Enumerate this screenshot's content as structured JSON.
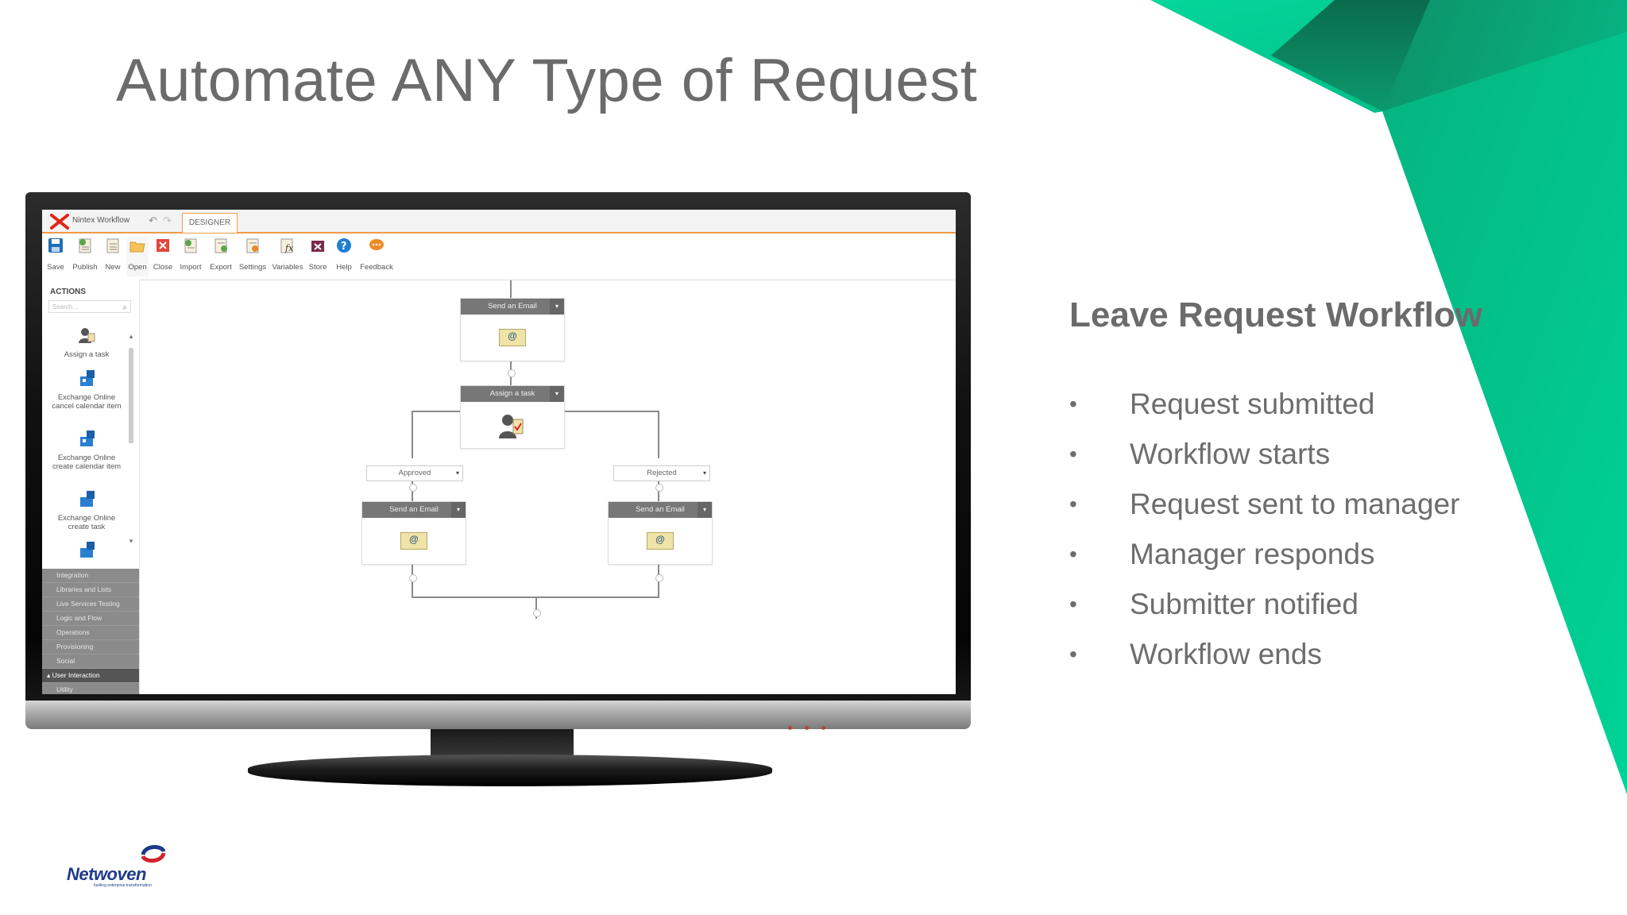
{
  "slide": {
    "title": "Automate ANY Type of Request",
    "workflow_title": "Leave Request Workflow",
    "bullets": [
      "Request submitted",
      "Workflow starts",
      "Request sent to manager",
      "Manager responds",
      "Submitter notified",
      "Workflow ends"
    ],
    "bullet_glyph": "•",
    "accent_colors": [
      "#00c98f",
      "#0aa36f",
      "#00e6a4"
    ]
  },
  "app": {
    "name": "Nintex Workflow",
    "tab": "DESIGNER",
    "undo_icon": "↶",
    "redo_icon": "↷",
    "ribbon": [
      "Save",
      "Publish",
      "New",
      "Open",
      "Close",
      "Import",
      "Export",
      "Settings",
      "Variables",
      "Store",
      "Help",
      "Feedback"
    ],
    "panel": {
      "heading": "ACTIONS",
      "search_placeholder": "Search...",
      "actions": [
        "Assign a task",
        "Exchange Online cancel calendar item",
        "Exchange Online create calendar item",
        "Exchange Online create task"
      ],
      "categories": [
        "Integration",
        "Libraries and Lists",
        "Live Services Testing",
        "Logic and Flow",
        "Operations",
        "Provisioning",
        "Social",
        "User Interaction",
        "Utility"
      ],
      "active_category": "User Interaction"
    },
    "canvas": {
      "node_top": "Send an Email",
      "node_task": "Assign a task",
      "branch_left": "Approved",
      "branch_right": "Rejected",
      "node_left": "Send an Email",
      "node_right": "Send an Email"
    }
  },
  "brand": {
    "name": "Netwoven",
    "tagline": "fuelling enterprise transformation"
  }
}
